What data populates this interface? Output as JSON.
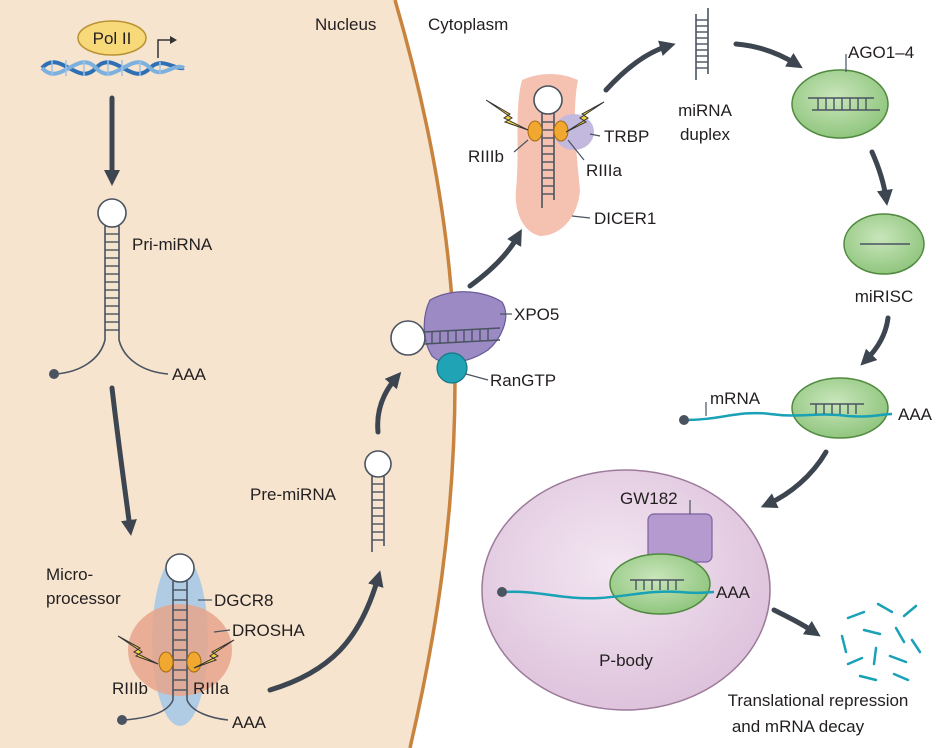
{
  "labels": {
    "pol2": "Pol II",
    "nucleus": "Nucleus",
    "cytoplasm": "Cytoplasm",
    "pri_mirna": "Pri-miRNA",
    "pri_aaa": "AAA",
    "microprocessor_line1": "Micro-",
    "microprocessor_line2": "processor",
    "dgcr8": "DGCR8",
    "drosha": "DROSHA",
    "micro_riiib": "RIIIb",
    "micro_riiia": "RIIIa",
    "micro_aaa": "AAA",
    "pre_mirna": "Pre-miRNA",
    "xpo5": "XPO5",
    "rangtp": "RanGTP",
    "dicer_riiib": "RIIIb",
    "dicer_riiia": "RIIIa",
    "trbp": "TRBP",
    "dicer1": "DICER1",
    "duplex_line1": "miRNA",
    "duplex_line2": "duplex",
    "ago": "AGO1–4",
    "mirisc": "miRISC",
    "mrna": "mRNA",
    "mrna_aaa": "AAA",
    "gw182": "GW182",
    "pbody_aaa": "AAA",
    "pbody": "P-body",
    "outcome_line1": "Translational repression",
    "outcome_line2": "and mRNA decay"
  },
  "colors": {
    "nucleus_fill": "#f6e4cf",
    "membrane": "#c8843f",
    "arrow": "#3d4650",
    "pol2": "#f7d97a",
    "dna_blue": "#2f6fb4",
    "dgcr8": "#a9c9e6",
    "drosha": "#e7a58c",
    "rnase": "#f0a830",
    "xpo5": "#9b8ac4",
    "rangtp": "#1fa3b5",
    "dicer": "#f4bfae",
    "trbp": "#c3b8dd",
    "ago": "#a9d49a",
    "pbody": "#e8d3e6",
    "gw182": "#b59ad0",
    "mrna": "#19a1b5"
  }
}
